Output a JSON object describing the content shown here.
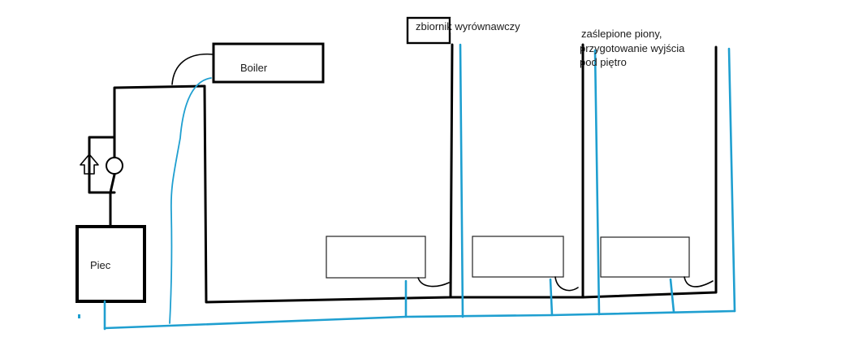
{
  "diagram": {
    "labels": {
      "boiler": "Boiler",
      "expansion_tank": "zbiornik wyrównawczy",
      "blanked_risers_line1": "zaślepione piony,",
      "blanked_risers_line2": "przygotowanie wyjścia",
      "blanked_risers_line3": "pod piętro",
      "furnace": "Piec"
    },
    "colors": {
      "supply_pipe": "#000000",
      "return_pipe": "#1f9fd0",
      "background": "#ffffff"
    },
    "components": [
      "furnace",
      "pump-with-bypass",
      "boiler",
      "expansion-tank",
      "radiator-1",
      "radiator-2",
      "radiator-3",
      "blanked-risers"
    ]
  }
}
